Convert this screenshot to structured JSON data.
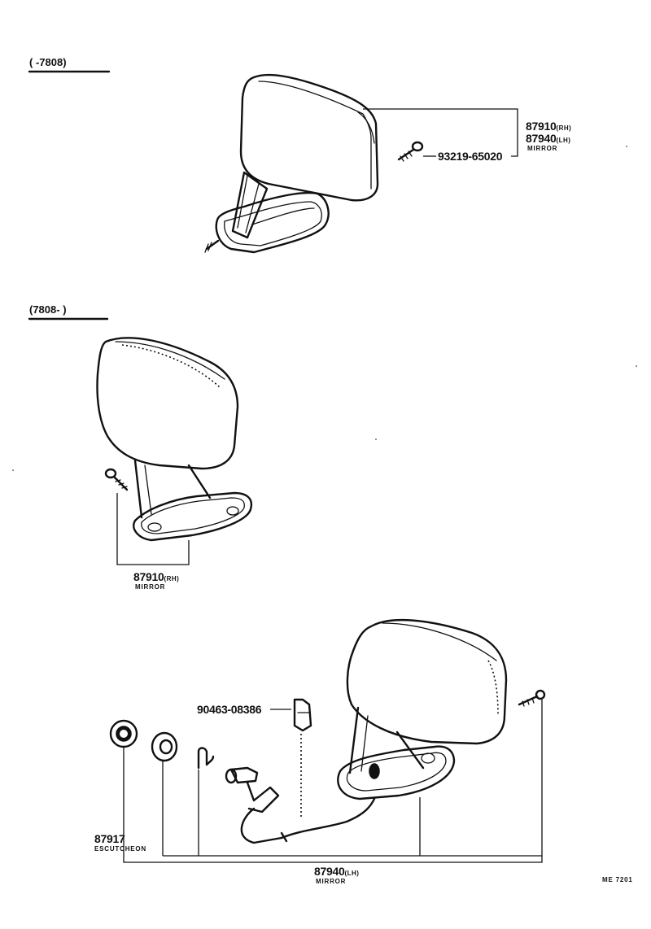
{
  "sections": [
    {
      "range_text": "(      -7808)"
    },
    {
      "range_text": "(7808-      )"
    }
  ],
  "callouts": {
    "top_mirror_rh": {
      "part": "87910",
      "qual": "(RH)"
    },
    "top_mirror_lh": {
      "part": "87940",
      "qual": "(LH)"
    },
    "top_mirror_name": "MIRROR",
    "top_screw": "93219-65020",
    "mid_mirror": {
      "part": "87910",
      "qual": "(RH)",
      "name": "MIRROR"
    },
    "bottom_bulb": "90463-08386",
    "escutcheon": {
      "part": "87917",
      "name": "ESCUTCHEON"
    },
    "bottom_mirror": {
      "part": "87940",
      "qual": "(LH)",
      "name": "MIRROR"
    }
  },
  "figure_code": "ME 7201"
}
